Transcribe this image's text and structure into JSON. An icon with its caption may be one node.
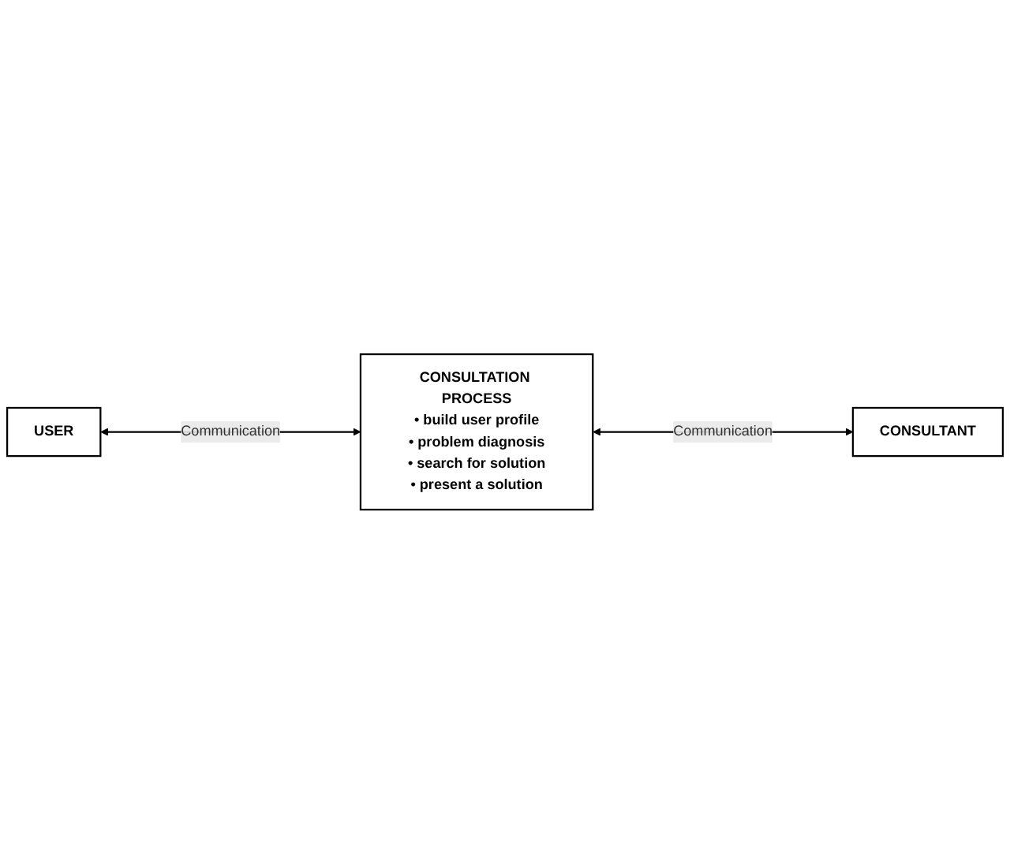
{
  "diagram": {
    "nodes": [
      {
        "text": [
          "USER"
        ]
      },
      {
        "text": [
          "CONSULTATION PROCESS",
          "• build user profile",
          "• problem diagnosis",
          "• search for solution",
          "• present a solution"
        ]
      },
      {
        "text": [
          "CONSULTANT"
        ]
      }
    ],
    "edges": [
      {
        "from": 0,
        "to": 1,
        "arrow": "both",
        "label": "Communication"
      },
      {
        "from": 1,
        "to": 2,
        "arrow": "both",
        "label": "Communication"
      }
    ]
  }
}
